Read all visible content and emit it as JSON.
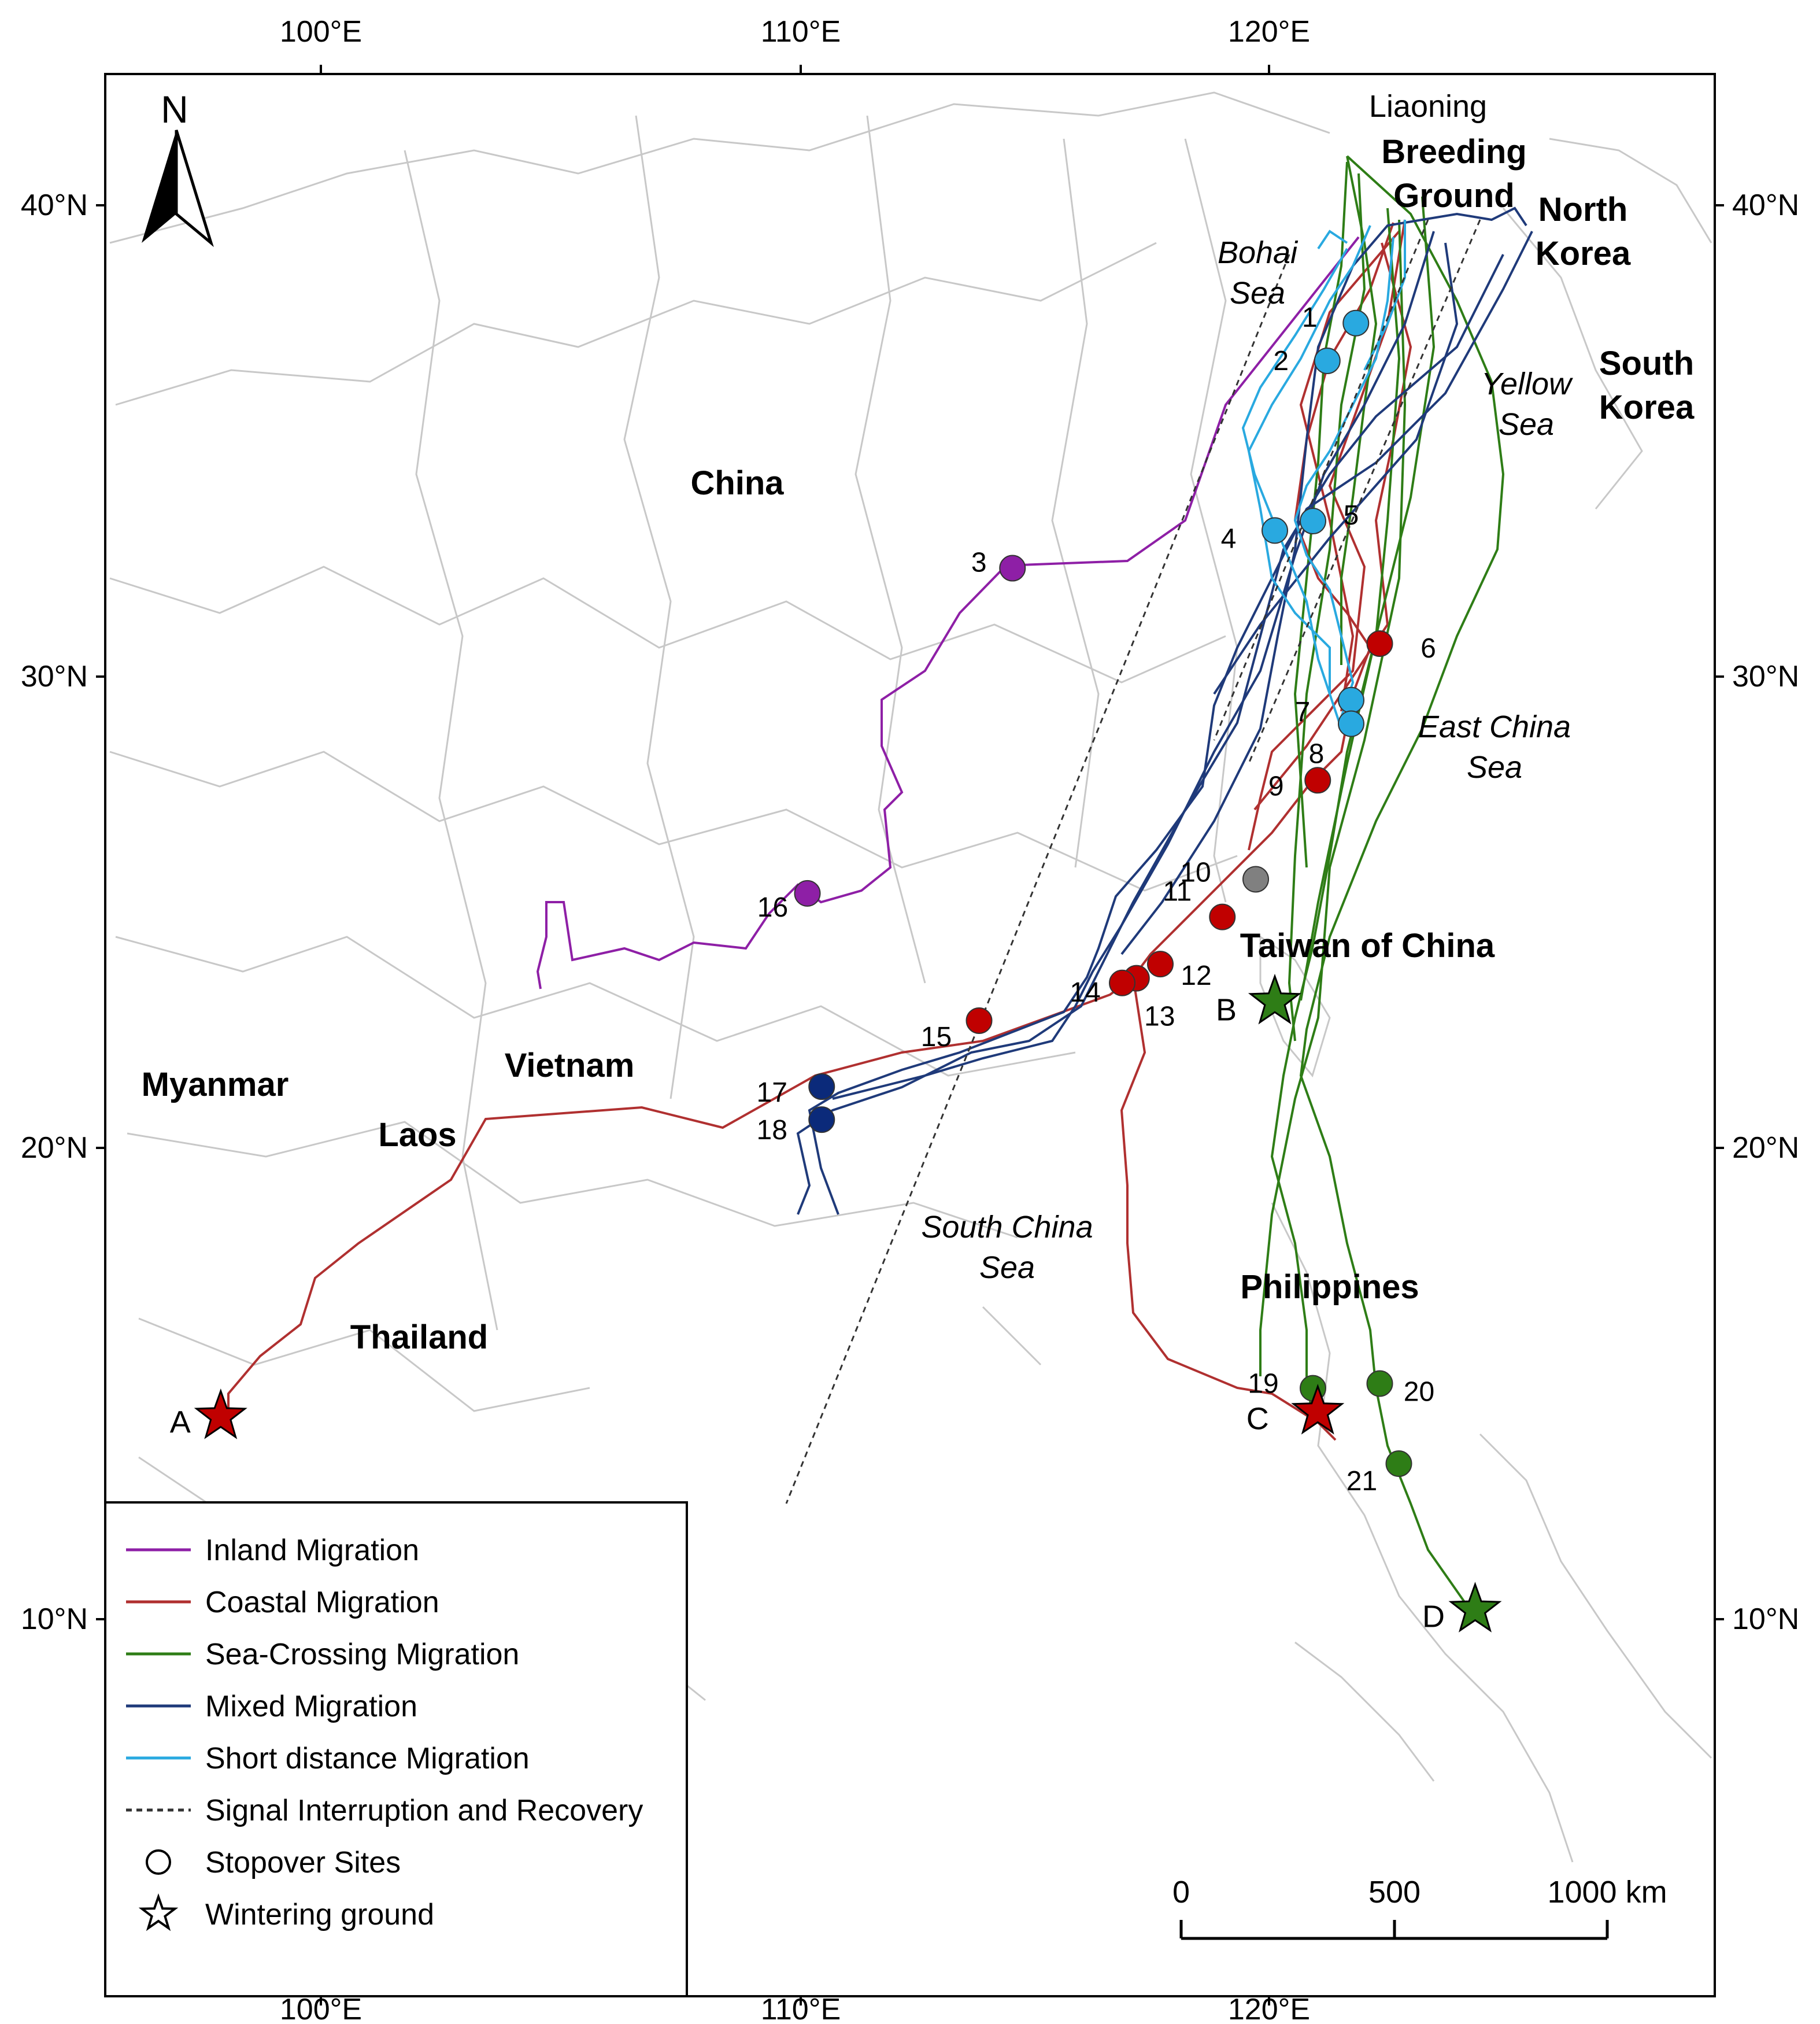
{
  "map": {
    "north_arrow_label": "N",
    "lon_ticks": [
      "100°E",
      "110°E",
      "120°E"
    ],
    "lat_ticks": [
      "40°N",
      "30°N",
      "20°N",
      "10°N"
    ],
    "countries": {
      "china": "China",
      "myanmar": "Myanmar",
      "laos": "Laos",
      "vietnam": "Vietnam",
      "thailand": "Thailand",
      "north_korea_1": "North",
      "north_korea_2": "Korea",
      "south_korea_1": "South",
      "south_korea_2": "Korea",
      "philippines": "Philippines",
      "taiwan": "Taiwan of China"
    },
    "places": {
      "liaoning": "Liaoning",
      "breeding_1": "Breeding",
      "breeding_2": "Ground"
    },
    "seas": {
      "bohai_1": "Bohai",
      "bohai_2": "Sea",
      "yellow_1": "Yellow",
      "yellow_2": "Sea",
      "east_china_1": "East China",
      "east_china_2": "Sea",
      "south_china_1": "South China",
      "south_china_2": "Sea"
    },
    "stopovers": [
      {
        "id": "1",
        "lon": 121.7,
        "lat": 37.5,
        "color": "#29a9e0"
      },
      {
        "id": "2",
        "lon": 121.1,
        "lat": 36.7,
        "color": "#29a9e0"
      },
      {
        "id": "3",
        "lon": 114.5,
        "lat": 32.3,
        "color": "#8e1fa6"
      },
      {
        "id": "4",
        "lon": 120.0,
        "lat": 33.1,
        "color": "#29a9e0"
      },
      {
        "id": "5",
        "lon": 120.8,
        "lat": 33.3,
        "color": "#29a9e0"
      },
      {
        "id": "6",
        "lon": 122.2,
        "lat": 30.7,
        "color": "#c00000"
      },
      {
        "id": "7",
        "lon": 121.6,
        "lat": 29.5,
        "color": "#29a9e0"
      },
      {
        "id": "8",
        "lon": 121.6,
        "lat": 29.0,
        "color": "#29a9e0"
      },
      {
        "id": "9",
        "lon": 120.9,
        "lat": 27.8,
        "color": "#c00000"
      },
      {
        "id": "10",
        "lon": 119.6,
        "lat": 25.7,
        "color": "#808080"
      },
      {
        "id": "11",
        "lon": 118.9,
        "lat": 24.9,
        "color": "#c00000"
      },
      {
        "id": "12",
        "lon": 117.6,
        "lat": 23.9,
        "color": "#c00000"
      },
      {
        "id": "13",
        "lon": 117.1,
        "lat": 23.6,
        "color": "#c00000"
      },
      {
        "id": "14",
        "lon": 116.8,
        "lat": 23.5,
        "color": "#c00000"
      },
      {
        "id": "15",
        "lon": 113.8,
        "lat": 22.7,
        "color": "#c00000"
      },
      {
        "id": "16",
        "lon": 110.2,
        "lat": 25.4,
        "color": "#8e1fa6"
      },
      {
        "id": "17",
        "lon": 110.5,
        "lat": 21.3,
        "color": "#0b2a7a"
      },
      {
        "id": "18",
        "lon": 110.5,
        "lat": 20.6,
        "color": "#0b2a7a"
      },
      {
        "id": "19",
        "lon": 120.8,
        "lat": 14.9,
        "color": "#2e7d16"
      },
      {
        "id": "20",
        "lon": 122.2,
        "lat": 15.0,
        "color": "#2e7d16"
      },
      {
        "id": "21",
        "lon": 122.6,
        "lat": 13.3,
        "color": "#2e7d16"
      }
    ],
    "wintering": [
      {
        "id": "A",
        "lon": 97.9,
        "lat": 14.3,
        "color": "#c00000"
      },
      {
        "id": "B",
        "lon": 120.0,
        "lat": 23.1,
        "color": "#2e7d16"
      },
      {
        "id": "C",
        "lon": 120.9,
        "lat": 14.4,
        "color": "#c00000"
      },
      {
        "id": "D",
        "lon": 124.2,
        "lat": 10.2,
        "color": "#2e7d16"
      }
    ],
    "scale_bar": {
      "labels": [
        "0",
        "500",
        "1000 km"
      ]
    }
  },
  "legend": {
    "items": [
      {
        "label": "Inland Migration",
        "color": "#8e1fa6",
        "style": "line"
      },
      {
        "label": "Coastal Migration",
        "color": "#b03030",
        "style": "line"
      },
      {
        "label": "Sea-Crossing Migration",
        "color": "#2e7d16",
        "style": "line"
      },
      {
        "label": "Mixed Migration",
        "color": "#1f3a7a",
        "style": "line"
      },
      {
        "label": "Short distance Migration",
        "color": "#29a9e0",
        "style": "line"
      },
      {
        "label": "Signal Interruption and Recovery",
        "color": "#333333",
        "style": "dashed"
      },
      {
        "label": "Stopover Sites",
        "color": "#000000",
        "style": "circle"
      },
      {
        "label": "Wintering ground",
        "color": "#000000",
        "style": "star"
      }
    ]
  }
}
